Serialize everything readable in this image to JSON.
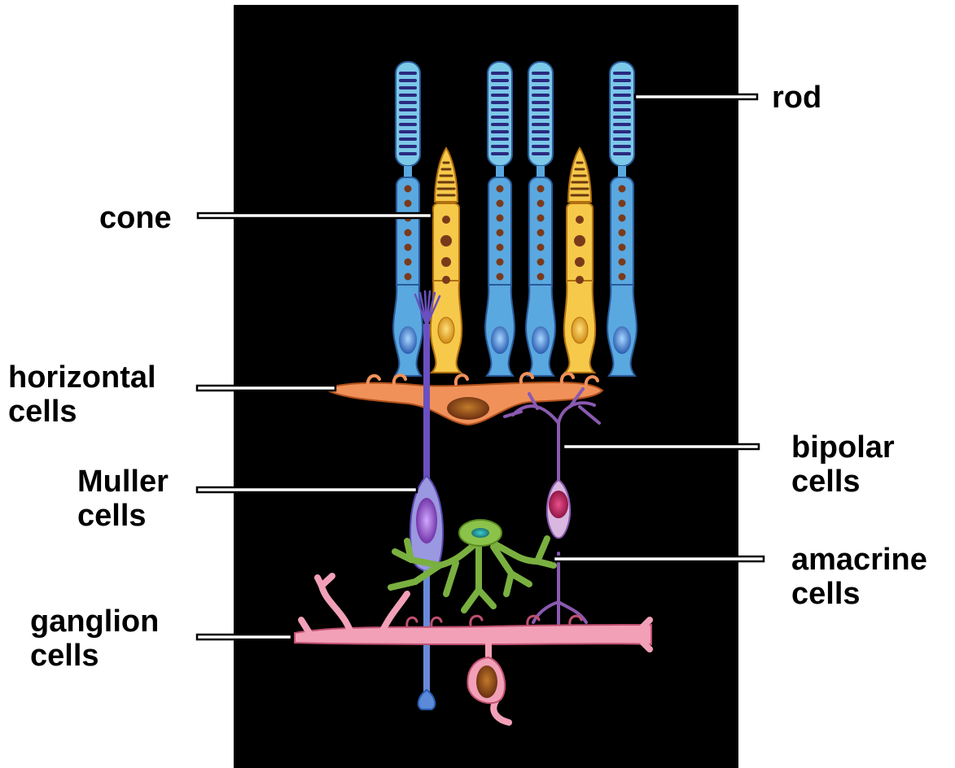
{
  "labels": {
    "rod": "rod",
    "cone": "cone",
    "horizontal_1": "horizontal",
    "horizontal_2": "cells",
    "muller_1": "Muller",
    "muller_2": "cells",
    "ganglion_1": "ganglion",
    "ganglion_2": "cells",
    "bipolar_1": "bipolar",
    "bipolar_2": "cells",
    "amacrine_1": "amacrine",
    "amacrine_2": "cells"
  },
  "colors": {
    "background_panel": "#000000",
    "rod": "#5aa8e0",
    "rod_outer": "#7cc8e8",
    "cone": "#f7c94a",
    "horizontal": "#f0915a",
    "muller": "#8b88d8",
    "bipolar": "#9a6ab8",
    "amacrine": "#8bc34a",
    "ganglion": "#f2a0b8",
    "nucleus": "#7a3a1a"
  }
}
